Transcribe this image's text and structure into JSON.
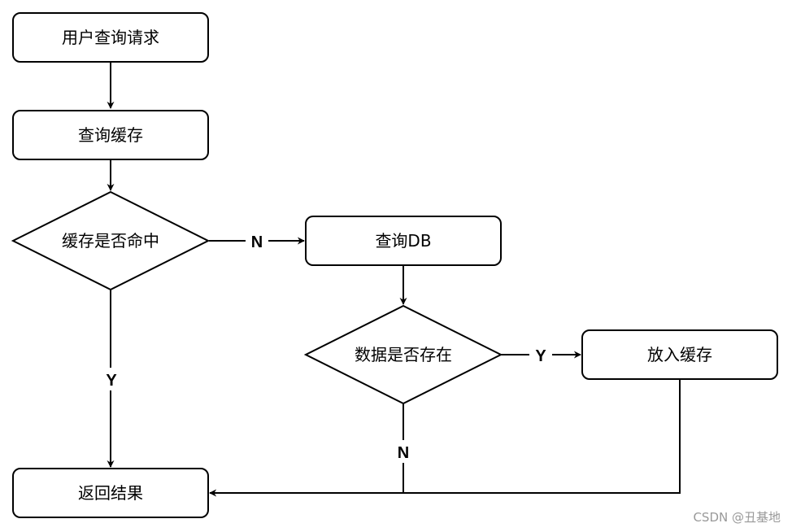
{
  "diagram": {
    "nodes": {
      "user_request": "用户查询请求",
      "query_cache": "查询缓存",
      "cache_hit": "缓存是否命中",
      "query_db": "查询DB",
      "data_exists": "数据是否存在",
      "put_cache": "放入缓存",
      "return_result": "返回结果"
    },
    "edges": {
      "cache_hit_no": "N",
      "cache_hit_yes": "Y",
      "data_exists_yes": "Y",
      "data_exists_no": "N"
    }
  },
  "watermark": "CSDN @丑基地"
}
